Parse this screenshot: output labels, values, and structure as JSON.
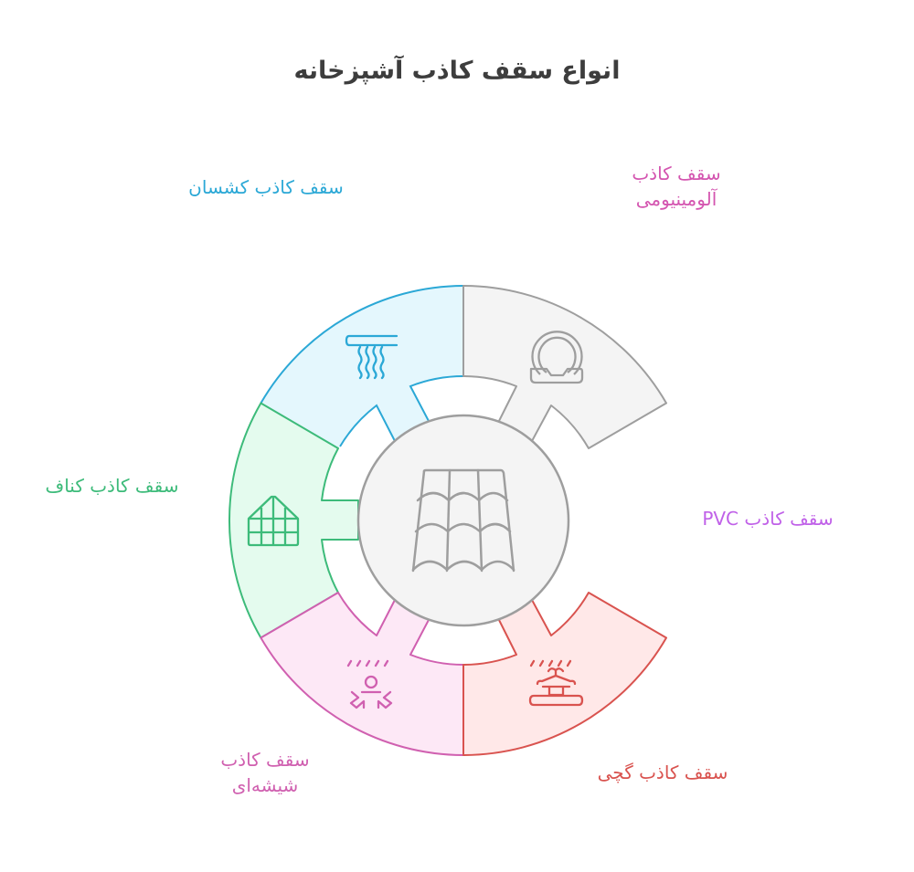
{
  "title": "انواع سقف کاذب آشپزخانه",
  "center": {
    "icon": "roof-tiles-icon",
    "stroke": "#9e9e9e",
    "fill": "#f4f4f4"
  },
  "segments": [
    {
      "id": "aluminium",
      "label_line1": "سقف کاذب",
      "label_line2": "آلومینیومی",
      "icon": "ring-bell-icon",
      "stroke": "#9e9e9e",
      "fill": "#f4f4f4",
      "text_color": "#d455b0"
    },
    {
      "id": "pvc",
      "label_line1": "سقف کاذب PVC",
      "label_line2": "",
      "icon": "",
      "stroke": "",
      "fill": "",
      "text_color": "#c061e8"
    },
    {
      "id": "gypsum",
      "label_line1": "سقف کاذب گچی",
      "label_line2": "",
      "icon": "fountain-pavilion-icon",
      "stroke": "#d9534f",
      "fill": "#ffe8e8",
      "text_color": "#d9534f"
    },
    {
      "id": "glass",
      "label_line1": "سقف کاذب",
      "label_line2": "شیشه‌ای",
      "icon": "person-under-rain-icon",
      "stroke": "#d060b0",
      "fill": "#fde8f6",
      "text_color": "#d060b0"
    },
    {
      "id": "knauf",
      "label_line1": "سقف کاذب کناف",
      "label_line2": "",
      "icon": "greenhouse-icon",
      "stroke": "#3dbb7a",
      "fill": "#e4fbee",
      "text_color": "#3dbb7a"
    },
    {
      "id": "stretch",
      "label_line1": "سقف کاذب کشسان",
      "label_line2": "",
      "icon": "ceiling-fabric-icon",
      "stroke": "#2ba8d6",
      "fill": "#e4f7fd",
      "text_color": "#2ba8d6"
    }
  ]
}
